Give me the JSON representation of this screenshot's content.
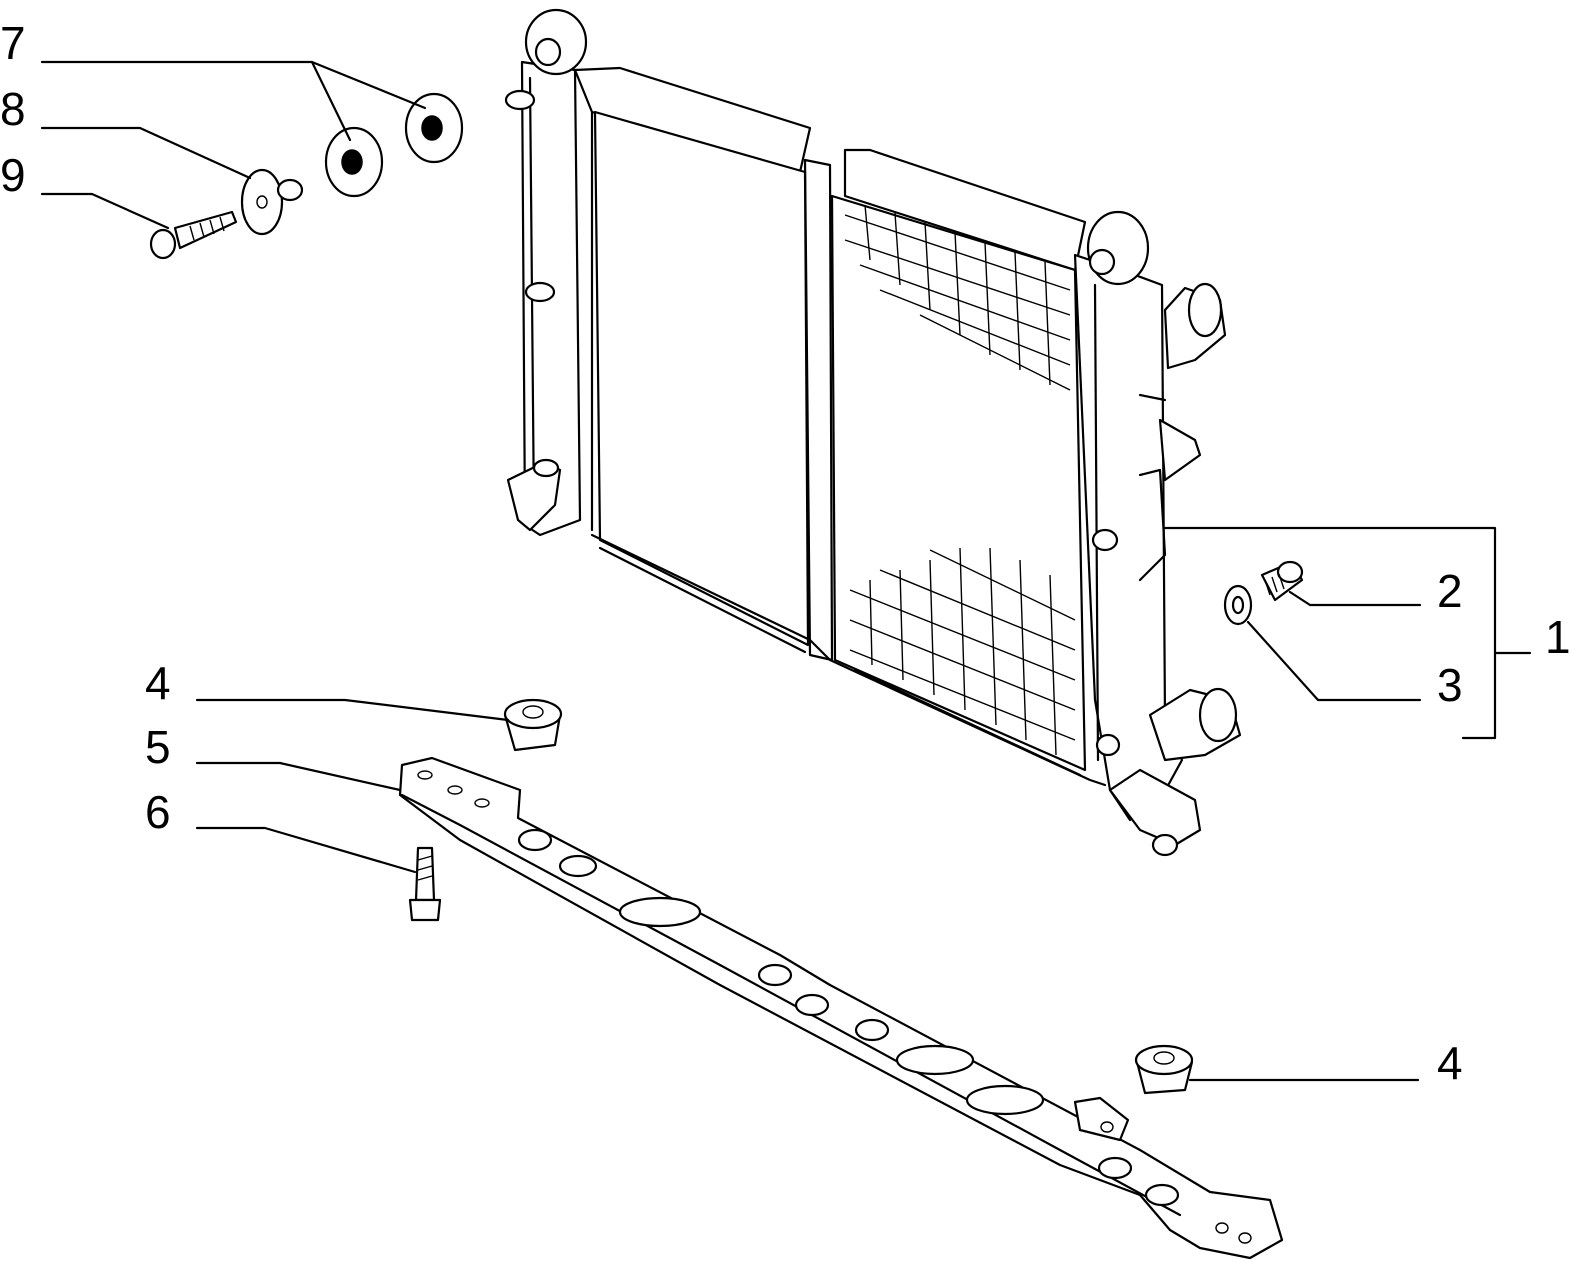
{
  "callouts": {
    "c1": "1",
    "c2": "2",
    "c3": "3",
    "c4a": "4",
    "c4b": "4",
    "c5": "5",
    "c6": "6",
    "c7": "7",
    "c8": "8",
    "c9": "9"
  },
  "colors": {
    "ink": "#000000",
    "paper": "#ffffff"
  }
}
